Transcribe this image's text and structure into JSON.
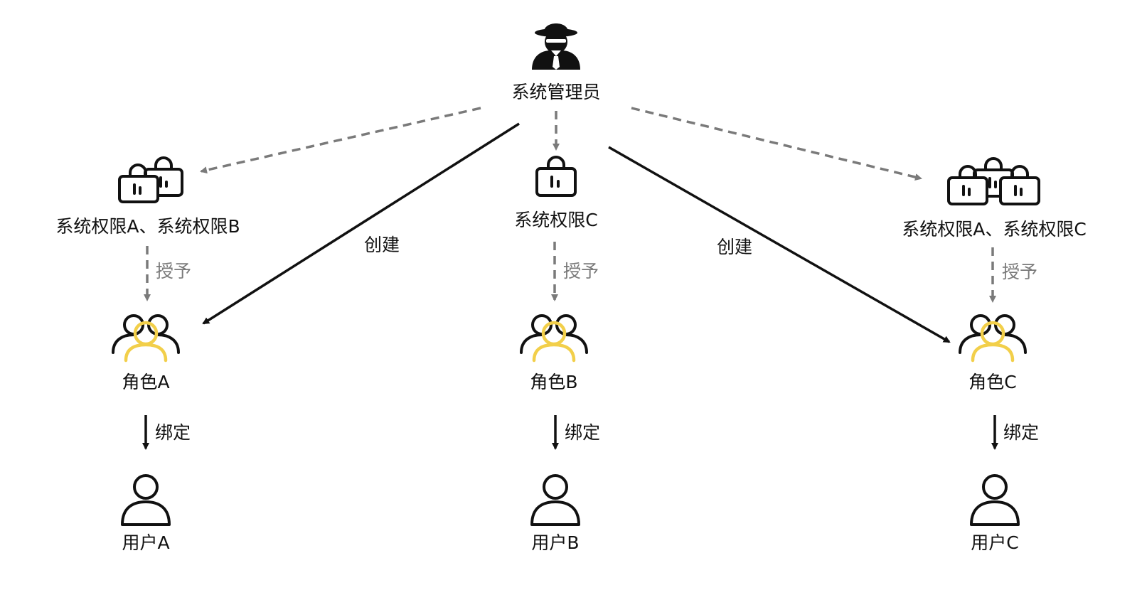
{
  "admin": {
    "label": "系统管理员",
    "icon": "admin-icon"
  },
  "permissions": [
    {
      "label": "系统权限A、系统权限B",
      "icon": "lock-pair-icon"
    },
    {
      "label": "系统权限C",
      "icon": "lock-icon"
    },
    {
      "label": "系统权限A、系统权限C",
      "icon": "lock-trio-icon"
    }
  ],
  "roles": [
    {
      "label": "角色A",
      "icon": "role-group-icon"
    },
    {
      "label": "角色B",
      "icon": "role-group-icon"
    },
    {
      "label": "角色C",
      "icon": "role-group-icon"
    }
  ],
  "users": [
    {
      "label": "用户A",
      "icon": "user-icon"
    },
    {
      "label": "用户B",
      "icon": "user-icon"
    },
    {
      "label": "用户C",
      "icon": "user-icon"
    }
  ],
  "edges": {
    "create": "创建",
    "grant": "授予",
    "bind": "绑定"
  },
  "colors": {
    "ink": "#111111",
    "dashed": "#7a7a7a",
    "role_accent": "#f2cf4a"
  }
}
